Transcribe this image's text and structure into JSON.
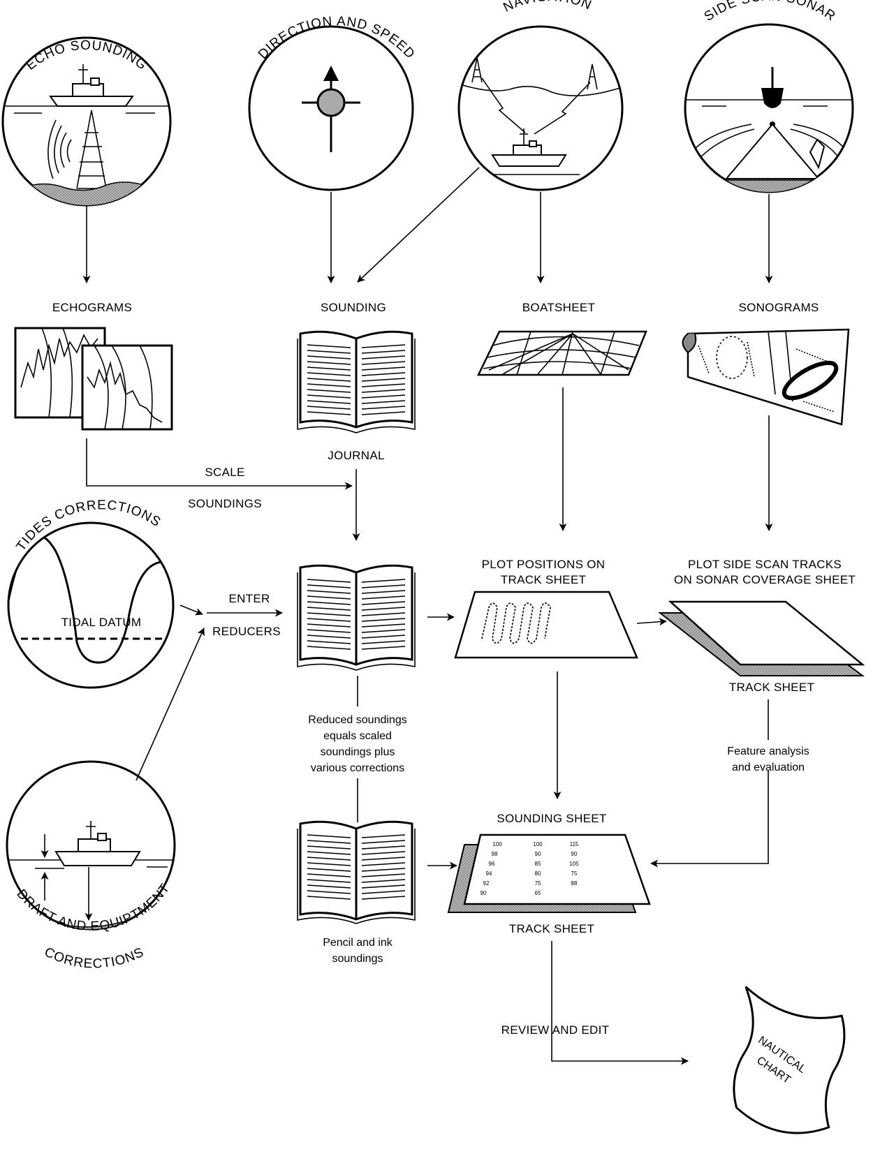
{
  "circles": {
    "echo_sounding": "ECHO SOUNDING",
    "direction_speed": "DIRECTION AND SPEED",
    "navigation": "NAVIGATION",
    "side_scan_sonar": "SIDE SCAN SONAR",
    "tides_corrections": "TIDES CORRECTIONS",
    "tidal_datum": "TIDAL DATUM",
    "draft_equipment": "DRAFT AND EQUIPTMENT",
    "corrections": "CORRECTIONS"
  },
  "labels": {
    "echograms": "ECHOGRAMS",
    "sounding": "SOUNDING",
    "boatsheet": "BOATSHEET",
    "sonograms": "SONOGRAMS",
    "journal": "JOURNAL",
    "scale": "SCALE",
    "soundings": "SOUNDINGS",
    "enter": "ENTER",
    "reducers": "REDUCERS",
    "plot_positions_1": "PLOT POSITIONS ON",
    "plot_positions_2": "TRACK SHEET",
    "plot_side_scan_1": "PLOT SIDE SCAN TRACKS",
    "plot_side_scan_2": "ON SONAR COVERAGE SHEET",
    "track_sheet_1": "TRACK SHEET",
    "reduced_1": "Reduced soundings",
    "reduced_2": "equals scaled",
    "reduced_3": "soundings plus",
    "reduced_4": "various corrections",
    "feature_1": "Feature analysis",
    "feature_2": "and evaluation",
    "sounding_sheet": "SOUNDING SHEET",
    "track_sheet_2": "TRACK SHEET",
    "pencil_1": "Pencil and ink",
    "pencil_2": "soundings",
    "review_edit": "REVIEW AND EDIT",
    "nautical": "NAUTICAL",
    "chart": "CHART"
  },
  "sounding_table": {
    "col1": [
      "100",
      "98",
      "96",
      "94",
      "92",
      "90"
    ],
    "col2": [
      "100",
      "90",
      "85",
      "80",
      "75",
      "65"
    ],
    "col3": [
      "115",
      "90",
      "105",
      "75",
      "88"
    ]
  }
}
